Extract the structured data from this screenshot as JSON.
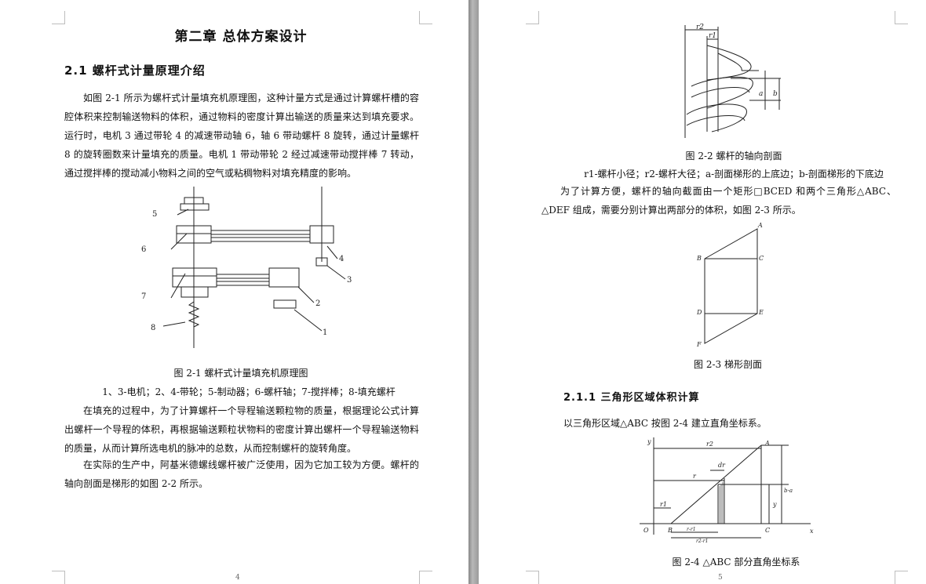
{
  "left_page": {
    "chapter_title": "第二章  总体方案设计",
    "section_title": "2.1  螺杆式计量原理介绍",
    "para1": "如图 2-1 所示为螺杆式计量填充机原理图，这种计量方式是通过计算螺杆槽的容腔体积来控制输送物料的体积，通过物料的密度计算出输送的质量来达到填充要求。运行时，电机 3 通过带轮 4 的减速带动轴 6，轴 6 带动螺杆 8 旋转，通过计量螺杆 8 的旋转圈数来计量填充的质量。电机 1 带动带轮 2 经过减速带动搅拌棒 7 转动，通过搅拌棒的搅动减小物料之间的空气或粘稠物料对填充精度的影响。",
    "fig1_caption": "图 2-1 螺杆式计量填充机原理图",
    "fig1_legend": "1、3-电机；2、4-带轮；5-制动器；6-螺杆轴；7-搅拌棒；8-填充螺杆",
    "fig1_labels": [
      "5",
      "6",
      "4",
      "3",
      "7",
      "2",
      "8",
      "1"
    ],
    "para2": "在填充的过程中，为了计算螺杆一个导程输送颗粒物的质量，根据理论公式计算出螺杆一个导程的体积，再根据输送颗粒状物料的密度计算出螺杆一个导程输送物料的质量，从而计算所选电机的脉冲的总数，从而控制螺杆的旋转角度。",
    "para3": "在实际的生产中，阿基米德螺线螺杆被广泛使用，因为它加工较为方便。螺杆的轴向剖面是梯形的如图 2-2 所示。",
    "page_number": "4"
  },
  "right_page": {
    "fig2_labels": {
      "r2": "r2",
      "r1": "r1",
      "a": "a",
      "b": "b"
    },
    "fig2_caption": "图 2-2 螺杆的轴向剖面",
    "fig2_legend": "r1-螺杆小径；r2-螺杆大径；a-剖面梯形的上底边；b-剖面梯形的下底边",
    "para4": "为了计算方便，螺杆的轴向截面由一个矩形□BCED 和两个三角形△ABC、△DEF 组成，需要分别计算出两部分的体积，如图 2-3 所示。",
    "fig3_labels": {
      "A": "A",
      "B": "B",
      "C": "C",
      "D": "D",
      "E": "E",
      "F": "F"
    },
    "fig3_caption": "图 2-3 梯形剖面",
    "subsection_title": "2.1.1 三角形区域体积计算",
    "para5": "以三角形区域△ABC 按图 2-4 建立直角坐标系。",
    "fig4_labels": {
      "y": "y",
      "x": "x",
      "O": "O",
      "B": "B",
      "C": "C",
      "A": "A",
      "r2": "r2",
      "r": "r",
      "r1": "r1",
      "dr": "dr",
      "yl": "y",
      "bd": "b-a",
      "r_r1": "r-r1",
      "r2_r1": "r2-r1"
    },
    "fig4_caption": "图 2-4  △ABC 部分直角坐标系",
    "page_number": "5"
  }
}
